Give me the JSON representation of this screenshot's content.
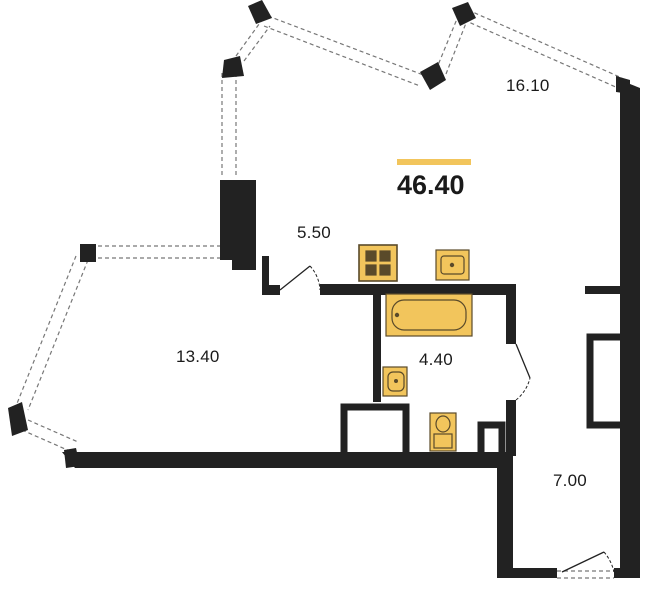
{
  "total_area": "46.40",
  "rooms": [
    {
      "id": "living-room",
      "area": "16.10"
    },
    {
      "id": "hallway",
      "area": "5.50"
    },
    {
      "id": "bedroom",
      "area": "13.40"
    },
    {
      "id": "bathroom",
      "area": "4.40"
    },
    {
      "id": "balcony",
      "area": "7.00"
    }
  ],
  "colors": {
    "wall": "#222222",
    "fixture_fill": "#f2c55c",
    "fixture_stroke": "#5a4a2a",
    "accent_bar": "#f2c55c",
    "window_line": "#777777"
  }
}
